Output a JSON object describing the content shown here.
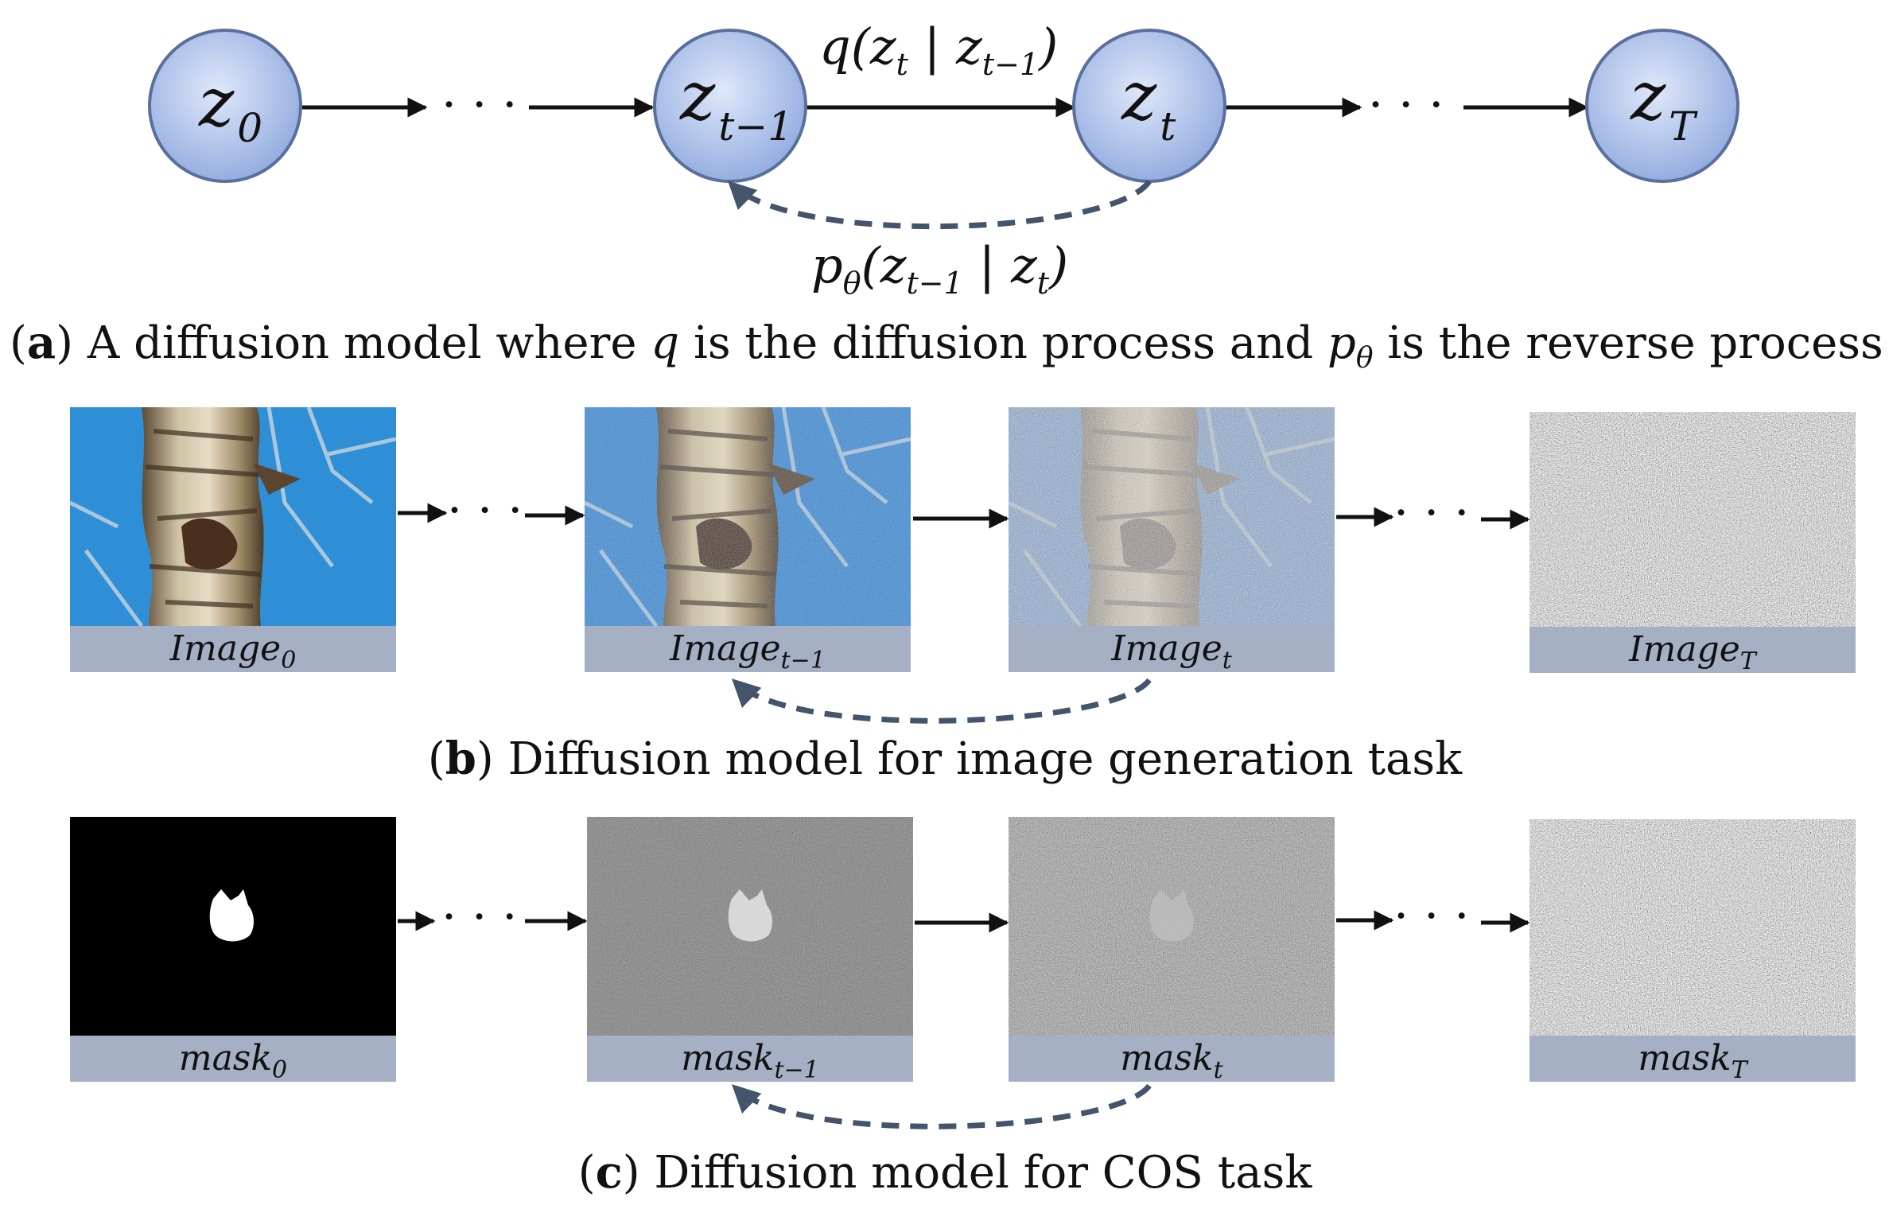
{
  "colors": {
    "node_fill_light": "#c9d8f3",
    "node_fill_dark": "#8fa9de",
    "node_stroke": "#5a6f9b",
    "dashed_arrow": "#44546a",
    "label_strip": "#a6b0c4",
    "sky_blue": "#2f8fd6",
    "bark": "#9c8a6a"
  },
  "section_a": {
    "nodes": [
      {
        "base": "z",
        "sub": "0"
      },
      {
        "base": "z",
        "sub": "t−1"
      },
      {
        "base": "z",
        "sub": "t"
      },
      {
        "base": "z",
        "sub": "T"
      }
    ],
    "ellipsis": "· · ·",
    "forward_label": "q(z t | z t−1)",
    "forward_parts": {
      "q": "q(",
      "z1": "z",
      "s1": "t",
      "bar": " | ",
      "z2": "z",
      "s2": "t−1",
      "close": ")"
    },
    "reverse_parts": {
      "p": "p",
      "theta": "θ",
      "open": "(",
      "z1": "z",
      "s1": "t−1",
      "bar": " | ",
      "z2": "z",
      "s2": "t",
      "close": ")"
    },
    "caption": {
      "letter": "a",
      "text1": "A diffusion model where ",
      "q": "q",
      "text2": " is the diffusion process and ",
      "p": "p",
      "theta": "θ",
      "text3": " is the reverse process"
    }
  },
  "section_b": {
    "panels": [
      {
        "base": "Image",
        "sub": "0",
        "kind": "clean"
      },
      {
        "base": "Image",
        "sub": "t−1",
        "kind": "light-noise"
      },
      {
        "base": "Image",
        "sub": "t",
        "kind": "heavy-noise"
      },
      {
        "base": "Image",
        "sub": "T",
        "kind": "pure-noise"
      }
    ],
    "caption": {
      "letter": "b",
      "text": " Diffusion model for image generation task"
    }
  },
  "section_c": {
    "panels": [
      {
        "base": "mask",
        "sub": "0",
        "kind": "clean"
      },
      {
        "base": "mask",
        "sub": "t−1",
        "kind": "light-noise"
      },
      {
        "base": "mask",
        "sub": "t",
        "kind": "heavy-noise"
      },
      {
        "base": "mask",
        "sub": "T",
        "kind": "pure-noise"
      }
    ],
    "caption": {
      "letter": "c",
      "text": " Diffusion model for COS task"
    }
  }
}
